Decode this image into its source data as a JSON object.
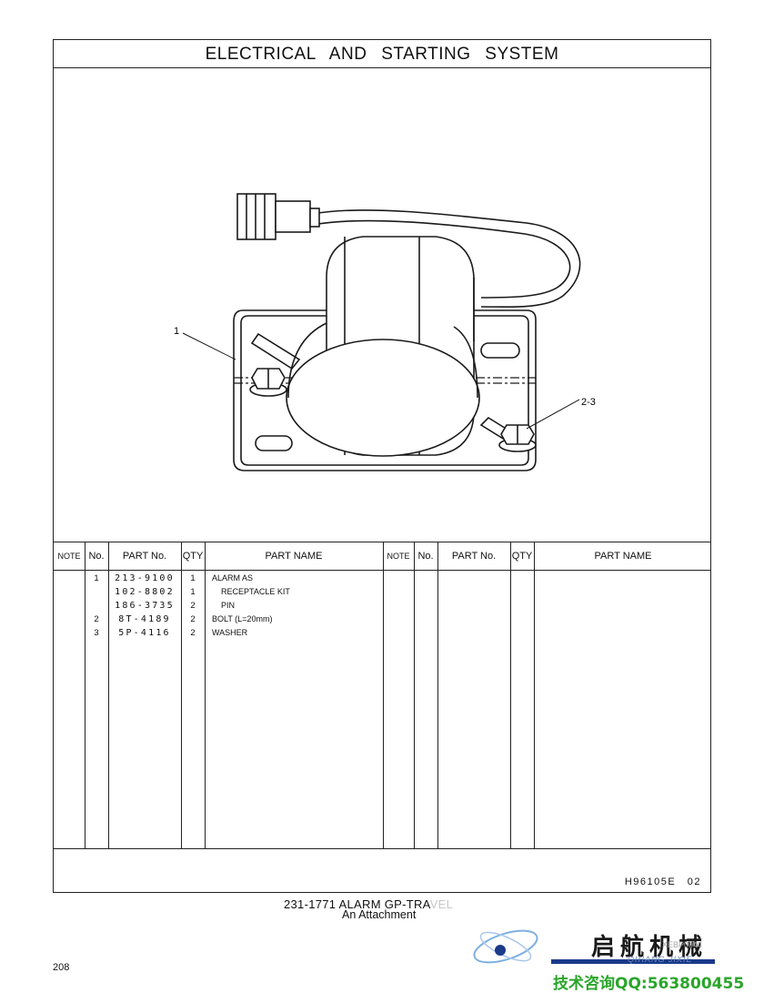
{
  "header": {
    "title": "ELECTRICAL AND STARTING SYSTEM"
  },
  "diagram": {
    "callouts": [
      {
        "id": "callout-1",
        "label": "1"
      },
      {
        "id": "callout-2-3",
        "label": "2-3"
      }
    ]
  },
  "table": {
    "headers": {
      "note": "NOTE",
      "no": "No.",
      "part_no": "PART No.",
      "qty": "QTY",
      "part_name": "PART NAME"
    },
    "rows": [
      {
        "no": "1",
        "part_no": "213-9100",
        "qty": "1",
        "name": "ALARM AS",
        "indent": false
      },
      {
        "no": "",
        "part_no": "102-8802",
        "qty": "1",
        "name": "RECEPTACLE KIT",
        "indent": true
      },
      {
        "no": "",
        "part_no": "186-3735",
        "qty": "2",
        "name": "PIN",
        "indent": true
      },
      {
        "no": "2",
        "part_no": "8T-4189",
        "qty": "2",
        "name": "BOLT (L=20mm)",
        "indent": false
      },
      {
        "no": "3",
        "part_no": "5P-4116",
        "qty": "2",
        "name": "WASHER",
        "indent": false
      }
    ]
  },
  "footer": {
    "drawing_code": "H96105E 02"
  },
  "caption": {
    "title_main": "231-1771 ALARM GP-TRA",
    "title_faded": "VEL",
    "subtitle": "An Attachment"
  },
  "page_number": "208",
  "watermark": {
    "chinese_name": "启航机械",
    "pinyin": "QIHANG JIXIE",
    "code": "XEBP0044",
    "contact": "技术咨询QQ:563800455",
    "colors": {
      "contact": "#2aa52a",
      "logo": "#1a3a8a"
    }
  }
}
